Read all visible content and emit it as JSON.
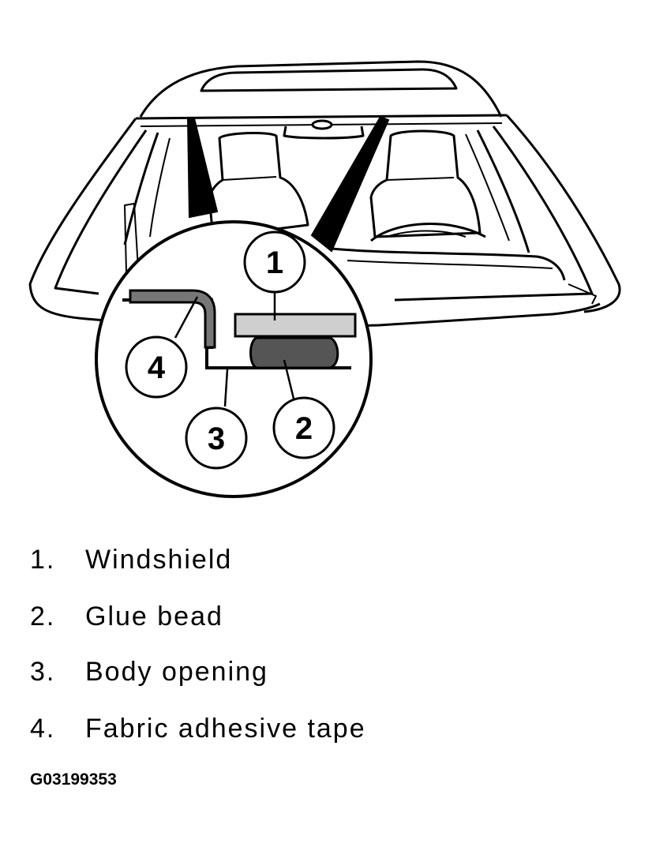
{
  "callouts": [
    {
      "number": "1",
      "part": "Windshield"
    },
    {
      "number": "2",
      "part": "Glue bead"
    },
    {
      "number": "3",
      "part": "Body opening"
    },
    {
      "number": "4",
      "part": "Fabric adhesive tape"
    }
  ],
  "legend": [
    {
      "number": "1.",
      "label": "Windshield"
    },
    {
      "number": "2.",
      "label": "Glue bead"
    },
    {
      "number": "3.",
      "label": "Body opening"
    },
    {
      "number": "4.",
      "label": "Fabric adhesive tape"
    }
  ],
  "figure_code": "G03199353",
  "colors": {
    "line": "#000000",
    "windshield_fill": "#cfcfcf",
    "glue_fill": "#555555",
    "tape_fill": "#777777",
    "background": "#ffffff"
  }
}
